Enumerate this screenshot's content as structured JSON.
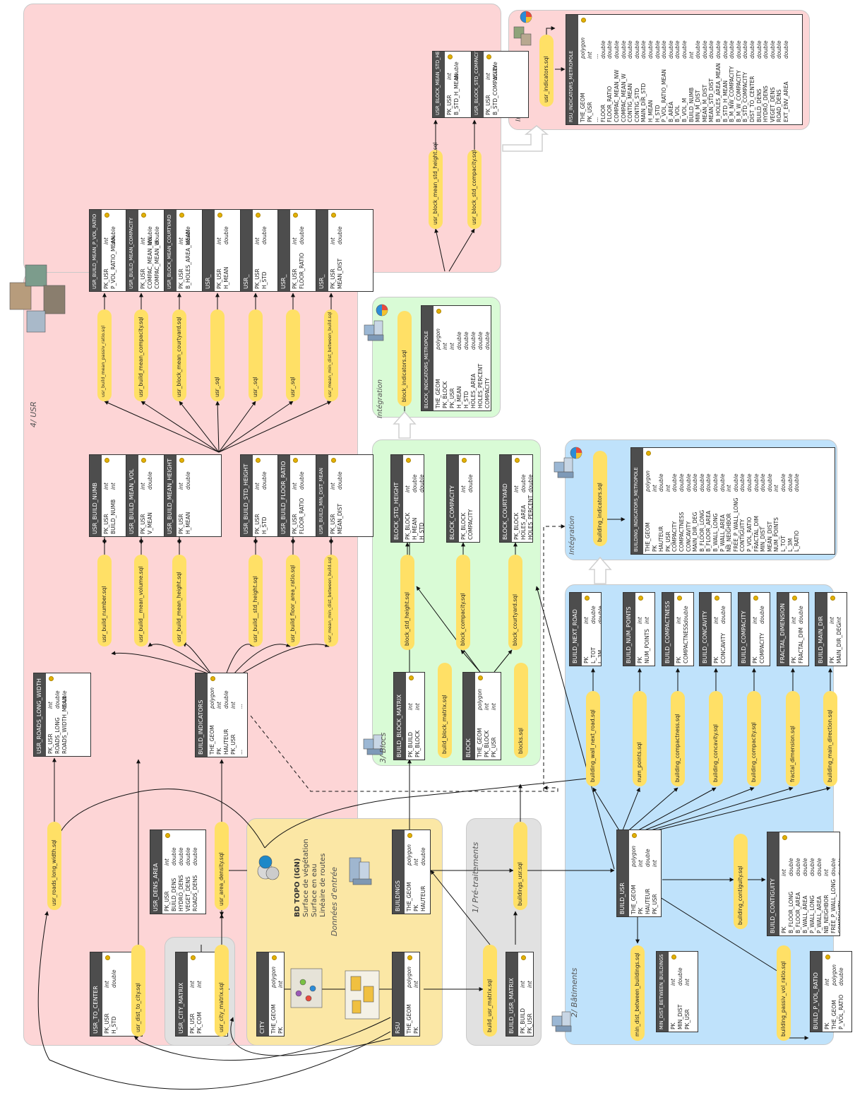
{
  "sections": {
    "usr": "4/ USR",
    "blocs": "3/ Blocs",
    "batiments": "2/ Bâtiments",
    "pretraitements": "1/ Pré-traitements",
    "donnees": "Données d'entrée",
    "integration_block": "Intégration",
    "integration_building": "Intégration",
    "integration_rsu": "Intégration"
  },
  "bdtopo": {
    "title": "BD TOPO (IGN)",
    "lines": [
      "Surface de végétation",
      "Surface en eau",
      "Linéaire de routes"
    ]
  },
  "colors": {
    "usr_panel": "#fdd5d6",
    "blocs_panel": "#d9fbd6",
    "batiments_panel": "#bfe2fb",
    "input_panel": "#fbe7a5",
    "pre_panel": "#e1e1e1",
    "pill": "#ffe066",
    "table_header": "#4d4d4d"
  },
  "tables": [
    {
      "title": "RSU_INDICATORS_METROPOLE",
      "fields": [
        [
          "THE_GEOM",
          "polygon"
        ],
        [
          "PK_USR",
          "int"
        ],
        [
          "...",
          "..."
        ],
        [
          "FLOOR",
          "double"
        ],
        [
          "FLOOR_RATIO",
          "double"
        ],
        [
          "COMPAC_MEAN_NW",
          "double"
        ],
        [
          "COMPAC_MEAN_W",
          "double"
        ],
        [
          "CONTIG_MEAN",
          "double"
        ],
        [
          "CONTIG_STD",
          "double"
        ],
        [
          "MAIN_DIR_STD",
          "double"
        ],
        [
          "H_MEAN",
          "double"
        ],
        [
          "H_STD",
          "double"
        ],
        [
          "P_VOL_RATIO_MEAN",
          "double"
        ],
        [
          "B_AREA",
          "double"
        ],
        [
          "B_VOL",
          "double"
        ],
        [
          "B_VOL_M",
          "double"
        ],
        [
          "BUILD_NUMB",
          "int"
        ],
        [
          "MIN_M_DIST",
          "double"
        ],
        [
          "MEAN_M_DIST",
          "double"
        ],
        [
          "MEAN_STD_DIST",
          "double"
        ],
        [
          "B_HOLES_AREA_MEAN",
          "double"
        ],
        [
          "B_STD_H_MEAN",
          "double"
        ],
        [
          "B_M_NW_COMPACITY",
          "double"
        ],
        [
          "B_M_W_COMPACITY",
          "double"
        ],
        [
          "B_STD_COMPACITY",
          "double"
        ],
        [
          "DIST_TO_CENTER",
          "double"
        ],
        [
          "BUILD_DENS",
          "double"
        ],
        [
          "HYDRO_DENS",
          "double"
        ],
        [
          "VEGET_DENS",
          "double"
        ],
        [
          "ROAD_DENS",
          "double"
        ],
        [
          "EXT_ENV_AREA",
          "double"
        ]
      ]
    },
    {
      "title": "USR_BLOCK_MEAN_STD_HEIGHT",
      "fields": [
        [
          "PK_USR",
          "int"
        ],
        [
          "B_STD_H_MEAN",
          "double"
        ]
      ]
    },
    {
      "title": "USR_BLOCK_STD_COMPACITY",
      "fields": [
        [
          "PK_USR",
          "int"
        ],
        [
          "B_STD_COMPACITY",
          "double"
        ]
      ]
    },
    {
      "title": "USR_BUILD_MEAN_P_VOL_RATIO",
      "fields": [
        [
          "PK_USR",
          "int"
        ],
        [
          "P_VOL_RATIO_MEAN",
          "double"
        ]
      ]
    },
    {
      "title": "USR_BUILD_MEAN_COMPACITY",
      "fields": [
        [
          "PK_USR",
          "int"
        ],
        [
          "COMPAC_MEAN_NW",
          "double"
        ],
        [
          "COMPAC_MEAN_W",
          "double"
        ]
      ]
    },
    {
      "title": "USR_BLOCK_MEAN_COURTYARD",
      "fields": [
        [
          "PK_USR",
          "int"
        ],
        [
          "B_HOLES_AREA_MEAN",
          "double"
        ]
      ]
    },
    {
      "title": "USR_",
      "fields": [
        [
          "PK_USR",
          "int"
        ],
        [
          "H_MEAN",
          "double"
        ]
      ]
    },
    {
      "title": "USR_",
      "fields": [
        [
          "PK_USR",
          "int"
        ],
        [
          "H_STD",
          "double"
        ]
      ]
    },
    {
      "title": "USR_",
      "fields": [
        [
          "PK_USR",
          "int"
        ],
        [
          "FLOOR_RATIO",
          "double"
        ]
      ]
    },
    {
      "title": "USR_",
      "fields": [
        [
          "PK_USR",
          "int"
        ],
        [
          "MEAN_DIST",
          "double"
        ]
      ]
    },
    {
      "title": "USR_BUILD_NUMB",
      "fields": [
        [
          "PK_USR",
          "int"
        ],
        [
          "BUILD_NUMB",
          "int"
        ]
      ]
    },
    {
      "title": "USR_BUILD_MEAN_VOL",
      "fields": [
        [
          "PK_USR",
          "int"
        ],
        [
          "V_MEAN",
          "double"
        ]
      ]
    },
    {
      "title": "USR_BUILD_MEAN_HEIGHT",
      "fields": [
        [
          "PK_USR",
          "int"
        ],
        [
          "H_MEAN",
          "double"
        ]
      ]
    },
    {
      "title": "USR_BUILD_STD_HEIGHT",
      "fields": [
        [
          "PK_USR",
          "int"
        ],
        [
          "H_STD",
          "double"
        ]
      ]
    },
    {
      "title": "USR_BUILD_FLOOR_RATIO",
      "fields": [
        [
          "PK_USR",
          "int"
        ],
        [
          "FLOOR_RATIO",
          "double"
        ]
      ]
    },
    {
      "title": "USR_BUILD_MIN_DIST_MEAN",
      "fields": [
        [
          "PK_USR",
          "int"
        ],
        [
          "MEAN_DIST",
          "double"
        ]
      ]
    },
    {
      "title": "USR_ROADS_LONG_WIDTH",
      "fields": [
        [
          "PK_USR",
          "int"
        ],
        [
          "ROADS_LONG",
          "double"
        ],
        [
          "ROADS_WIDTH_MEAN",
          "double"
        ]
      ]
    },
    {
      "title": "BUILD_INDICATORS",
      "fields": [
        [
          "THE_GEOM",
          "polygon"
        ],
        [
          "PK",
          "int"
        ],
        [
          "HAUTEUR",
          "double"
        ],
        [
          "PK_USR",
          "int"
        ],
        [
          "...",
          "..."
        ]
      ]
    },
    {
      "title": "USR_DENS_AREA",
      "fields": [
        [
          "PK_USR",
          "int"
        ],
        [
          "BUILD_DENS",
          "double"
        ],
        [
          "HYDRO_DENS",
          "double"
        ],
        [
          "VEGET_DENS",
          "double"
        ],
        [
          "ROADS_DENS",
          "double"
        ]
      ]
    },
    {
      "title": "USR_TO_CENTER",
      "fields": [
        [
          "PK_USR",
          "int"
        ],
        [
          "H_STD",
          "double"
        ]
      ]
    },
    {
      "title": "USR_CITY_MATRIX",
      "fields": [
        [
          "PK_USR",
          "int"
        ],
        [
          "PK_COM",
          "int"
        ]
      ]
    },
    {
      "title": "CITY",
      "fields": [
        [
          "THE_GEOM",
          "polygon"
        ],
        [
          "PK",
          "int"
        ]
      ]
    },
    {
      "title": "RSU",
      "fields": [
        [
          "THE_GEOM",
          "polygon"
        ],
        [
          "PK",
          "int"
        ]
      ]
    },
    {
      "title": "BUILDINGS",
      "fields": [
        [
          "THE_GEOM",
          "polygon"
        ],
        [
          "PK",
          "int"
        ],
        [
          "HAUTEUR",
          "double"
        ]
      ]
    },
    {
      "title": "BUILD_USR_MATRIX",
      "fields": [
        [
          "PK_BUILD",
          "int"
        ],
        [
          "PK_USR",
          "int"
        ]
      ]
    },
    {
      "title": "BLOCK_INDICATORS_METROPOLE",
      "fields": [
        [
          "THE_GEOM",
          "polygon"
        ],
        [
          "PK_BLOCK",
          "int"
        ],
        [
          "PK_USR",
          "int"
        ],
        [
          "H_MEAN",
          "double"
        ],
        [
          "H_STD",
          "double"
        ],
        [
          "HOLES_AREA",
          "double"
        ],
        [
          "HOLES_PERCENT",
          "double"
        ],
        [
          "COMPACITY",
          "double"
        ]
      ]
    },
    {
      "title": "BLOCK_STD_HEIGHT",
      "fields": [
        [
          "PK_BLOCK",
          "int"
        ],
        [
          "H_MEAN",
          "double"
        ],
        [
          "H_STD",
          "double"
        ]
      ]
    },
    {
      "title": "BLOCK_COMPACITY",
      "fields": [
        [
          "PK_BLOCK",
          "int"
        ],
        [
          "COMPACITY",
          "double"
        ]
      ]
    },
    {
      "title": "BLOCK_COURTYARD",
      "fields": [
        [
          "PK_BLOCK",
          "int"
        ],
        [
          "HOLES_AREA",
          "double"
        ],
        [
          "HOLES_PERCENT",
          "double"
        ]
      ]
    },
    {
      "title": "BUILD_BLOCK_MATRIX",
      "fields": [
        [
          "PK_BUILD",
          "int"
        ],
        [
          "PK_BLOCK",
          "int"
        ]
      ]
    },
    {
      "title": "BLOCK",
      "fields": [
        [
          "THE_GEOM",
          "polygon"
        ],
        [
          "PK_BLOCK",
          "int"
        ],
        [
          "PK_USR",
          "int"
        ]
      ]
    },
    {
      "title": "BUILDING_INDICATORS_METROPOLE",
      "fields": [
        [
          "THE_GEOM",
          "polygon"
        ],
        [
          "PK",
          "int"
        ],
        [
          "HAUTEUR",
          "double"
        ],
        [
          "PK_USR",
          "int"
        ],
        [
          "COMPACITY",
          "double"
        ],
        [
          "COMPACTNESS",
          "double"
        ],
        [
          "CONCAVITY",
          "double"
        ],
        [
          "MAIN_DIR_DEG",
          "double"
        ],
        [
          "B_FLOOR_LONG",
          "double"
        ],
        [
          "B_FLOOR_AREA",
          "double"
        ],
        [
          "B_WALL_LONG",
          "double"
        ],
        [
          "P_WALL_AREA",
          "double"
        ],
        [
          "NB_NEIGHBOR",
          "int"
        ],
        [
          "FREE_P_WALL_LONG",
          "double"
        ],
        [
          "CONTIGUITY",
          "double"
        ],
        [
          "P_VOL_RATIO",
          "double"
        ],
        [
          "FRACTAL_DIM",
          "double"
        ],
        [
          "MIN_DIST",
          "double"
        ],
        [
          "MEAN_DIST",
          "double"
        ],
        [
          "NUM_POINTS",
          "int"
        ],
        [
          "L_TOT",
          "double"
        ],
        [
          "L_3M",
          "double"
        ],
        [
          "L_RATIO",
          "double"
        ]
      ]
    },
    {
      "title": "BUILD_NEXT_ROAD",
      "fields": [
        [
          "PK",
          "int"
        ],
        [
          "L_TOT",
          "double"
        ],
        [
          "L_3M",
          "double"
        ],
        [
          "L_RATIO",
          "double"
        ]
      ]
    },
    {
      "title": "BUILD_NUM_POINTS",
      "fields": [
        [
          "PK",
          "int"
        ],
        [
          "NUM_POINTS",
          "int"
        ]
      ]
    },
    {
      "title": "BUILD_COMPACTNESS",
      "fields": [
        [
          "PK",
          "int"
        ],
        [
          "COMPACTNESS",
          "double"
        ]
      ]
    },
    {
      "title": "BUILD_CONCAVITY",
      "fields": [
        [
          "PK",
          "int"
        ],
        [
          "CONCAVITY",
          "double"
        ]
      ]
    },
    {
      "title": "BUILD_COMPACITY",
      "fields": [
        [
          "PK",
          "int"
        ],
        [
          "COMPACITY",
          "double"
        ]
      ]
    },
    {
      "title": "FRACTAL_DIMENSION",
      "fields": [
        [
          "PK",
          "int"
        ],
        [
          "FRACTAL_DIM",
          "double"
        ]
      ]
    },
    {
      "title": "BUILD_MAIN_DIR",
      "fields": [
        [
          "PK",
          "int"
        ],
        [
          "MAIN_DIR_DEG",
          "int"
        ]
      ]
    },
    {
      "title": "BUILD_USR",
      "fields": [
        [
          "THE_GEOM",
          "polygon"
        ],
        [
          "PK",
          "int"
        ],
        [
          "HAUTEUR",
          "double"
        ],
        [
          "PK_USR",
          "int"
        ]
      ]
    },
    {
      "title": "BUILD_CONTIGUITY",
      "fields": [
        [
          "PK",
          "int"
        ],
        [
          "B_FLOOR_LONG",
          "double"
        ],
        [
          "B_FLOOR_AREA",
          "double"
        ],
        [
          "B_WALL_AREA",
          "double"
        ],
        [
          "P_WALL_LONG",
          "double"
        ],
        [
          "P_WALL_AREA",
          "double"
        ],
        [
          "NB_NEIGHBOR",
          "int"
        ],
        [
          "FREE_P_WALL_LONG",
          "double"
        ],
        [
          "CONTIGUITY",
          "double"
        ]
      ]
    },
    {
      "title": "MIN_DIST_BETWEEN_BUILDINGS",
      "fields": [
        [
          "PK",
          "int"
        ],
        [
          "MIN_DIST",
          "double"
        ],
        [
          "PK_USR",
          "int"
        ]
      ]
    },
    {
      "title": "BUILD_P_VOL_RATIO",
      "fields": [
        [
          "PK",
          "int"
        ],
        [
          "THE_GEOM",
          "polygon"
        ],
        [
          "P_VOL_RATIO",
          "double"
        ]
      ]
    }
  ],
  "scripts": [
    "usr_indicators.sql",
    "usr_block_mean_std_height.sql",
    "usr_block_std_compacity.sql",
    "usr_build_mean_passiv_ratio.sql",
    "usr_build_mean_compacity.sql",
    "usr_block_mean_courtyard.sql",
    "usr_.sql",
    "usr_.sql",
    "usr_.sql",
    "usr_mean_min_dist_between_build.sql",
    "usr_build_number.sql",
    "usr_build__mean_volume.sql",
    "usr_build_mean_height.sql",
    "usr_build__std_height.sql",
    "usr_build_floor_area_ratio.sql",
    "usr_mean_min_dist_between_build.sql",
    "usr_roads_long_width.sql",
    "usr_area_density.sql",
    "usr_dist_to_city.sql",
    "usr_city_matrix.sql",
    "build_usr_matrix.sql",
    "buildings_usr.sql",
    "block_indicators.sql",
    "block_std_height.sql",
    "block_compacity.sql",
    "block_courtyard.sql",
    "build_block_matrix.sql",
    "blocks.sql",
    "building_indicators.sql",
    "building_wall_next_road.sql",
    "num_points.sql",
    "building_compactness.sql",
    "building_concavity.sql",
    "building_compacity.sql",
    "fractal_dimension.sql",
    "building_main_direction.sql",
    "building_contiguity.sql",
    "min_dist_between_buildings.sql",
    "building_passiv_vol_ratio.sql"
  ]
}
